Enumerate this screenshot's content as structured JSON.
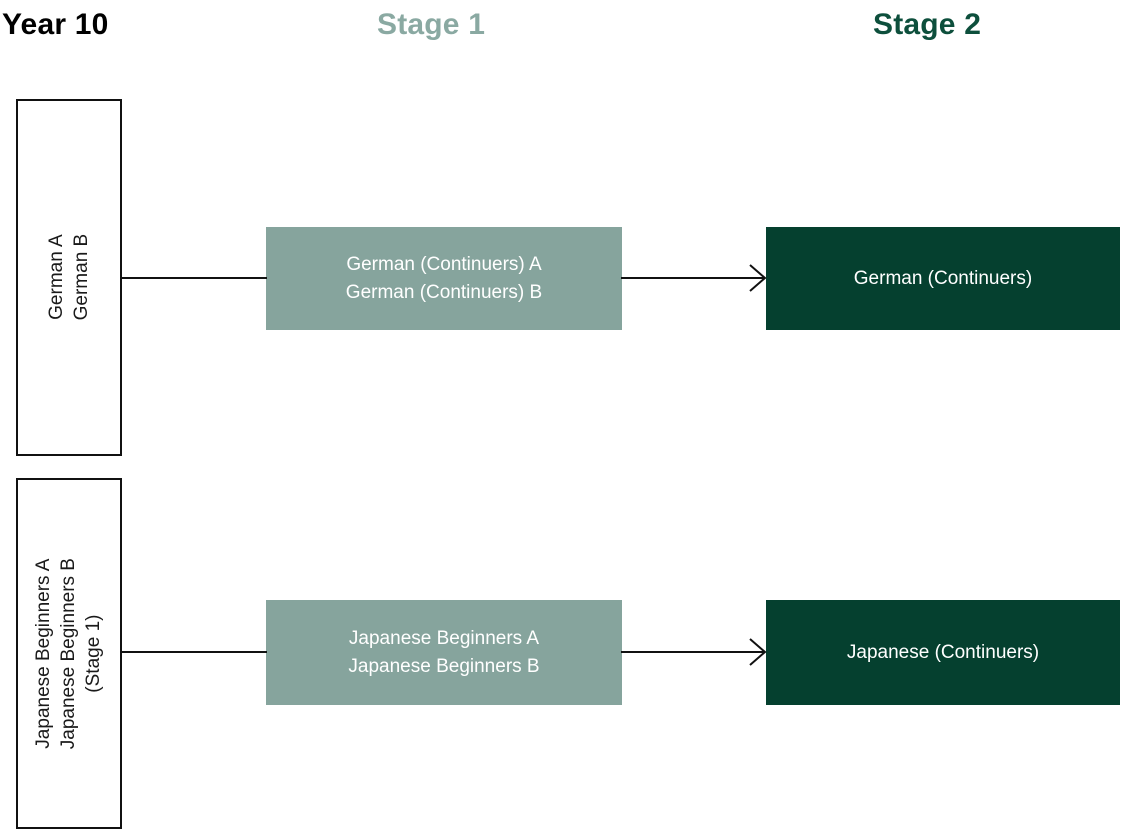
{
  "columns": {
    "year10": {
      "label": "Year 10",
      "color": "#000000"
    },
    "stage1": {
      "label": "Stage 1",
      "color": "#8aa9a2"
    },
    "stage2": {
      "label": "Stage 2",
      "color": "#0d4f3c"
    }
  },
  "palette": {
    "stage1_box_fill": "#86a49d",
    "stage2_box_fill": "#05402f",
    "box_text": "#ffffff",
    "outline": "#111111",
    "page_background": "#ffffff"
  },
  "pathways": [
    {
      "id": "german",
      "year10": {
        "lines": [
          "German A",
          "German B"
        ]
      },
      "stage1": {
        "lines": [
          "German (Continuers) A",
          "German (Continuers) B"
        ]
      },
      "stage2": {
        "lines": [
          "German (Continuers)"
        ]
      }
    },
    {
      "id": "japanese",
      "year10": {
        "lines": [
          "Japanese Beginners A",
          "Japanese Beginners B",
          "(Stage 1)"
        ]
      },
      "stage1": {
        "lines": [
          "Japanese Beginners A",
          "Japanese Beginners B"
        ]
      },
      "stage2": {
        "lines": [
          "Japanese (Continuers)"
        ]
      }
    }
  ],
  "connectors": [
    {
      "id": "german-year10-to-stage1",
      "has_arrowhead": false
    },
    {
      "id": "german-stage1-to-stage2",
      "has_arrowhead": true
    },
    {
      "id": "japanese-year10-to-stage1",
      "has_arrowhead": false
    },
    {
      "id": "japanese-stage1-to-stage2",
      "has_arrowhead": true
    }
  ]
}
